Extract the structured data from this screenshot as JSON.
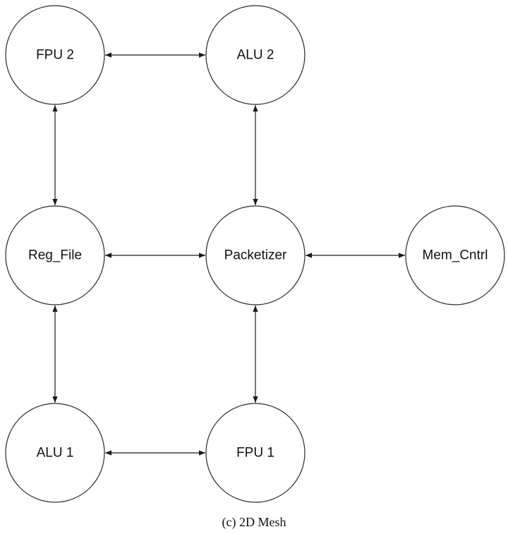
{
  "nodes": [
    {
      "id": "fpu2",
      "label": "FPU 2"
    },
    {
      "id": "alu2",
      "label": "ALU 2"
    },
    {
      "id": "regfile",
      "label": "Reg_File"
    },
    {
      "id": "packetizer",
      "label": "Packetizer"
    },
    {
      "id": "memcntrl",
      "label": "Mem_Cntrl"
    },
    {
      "id": "alu1",
      "label": "ALU 1"
    },
    {
      "id": "fpu1",
      "label": "FPU 1"
    }
  ],
  "edges": [
    {
      "from": "fpu2",
      "to": "alu2",
      "direction": "bidirectional"
    },
    {
      "from": "fpu2",
      "to": "regfile",
      "direction": "bidirectional"
    },
    {
      "from": "alu2",
      "to": "packetizer",
      "direction": "bidirectional"
    },
    {
      "from": "regfile",
      "to": "packetizer",
      "direction": "bidirectional"
    },
    {
      "from": "packetizer",
      "to": "memcntrl",
      "direction": "bidirectional"
    },
    {
      "from": "regfile",
      "to": "alu1",
      "direction": "bidirectional"
    },
    {
      "from": "packetizer",
      "to": "fpu1",
      "direction": "bidirectional"
    },
    {
      "from": "alu1",
      "to": "fpu1",
      "direction": "bidirectional"
    }
  ],
  "caption": "(c) 2D Mesh"
}
